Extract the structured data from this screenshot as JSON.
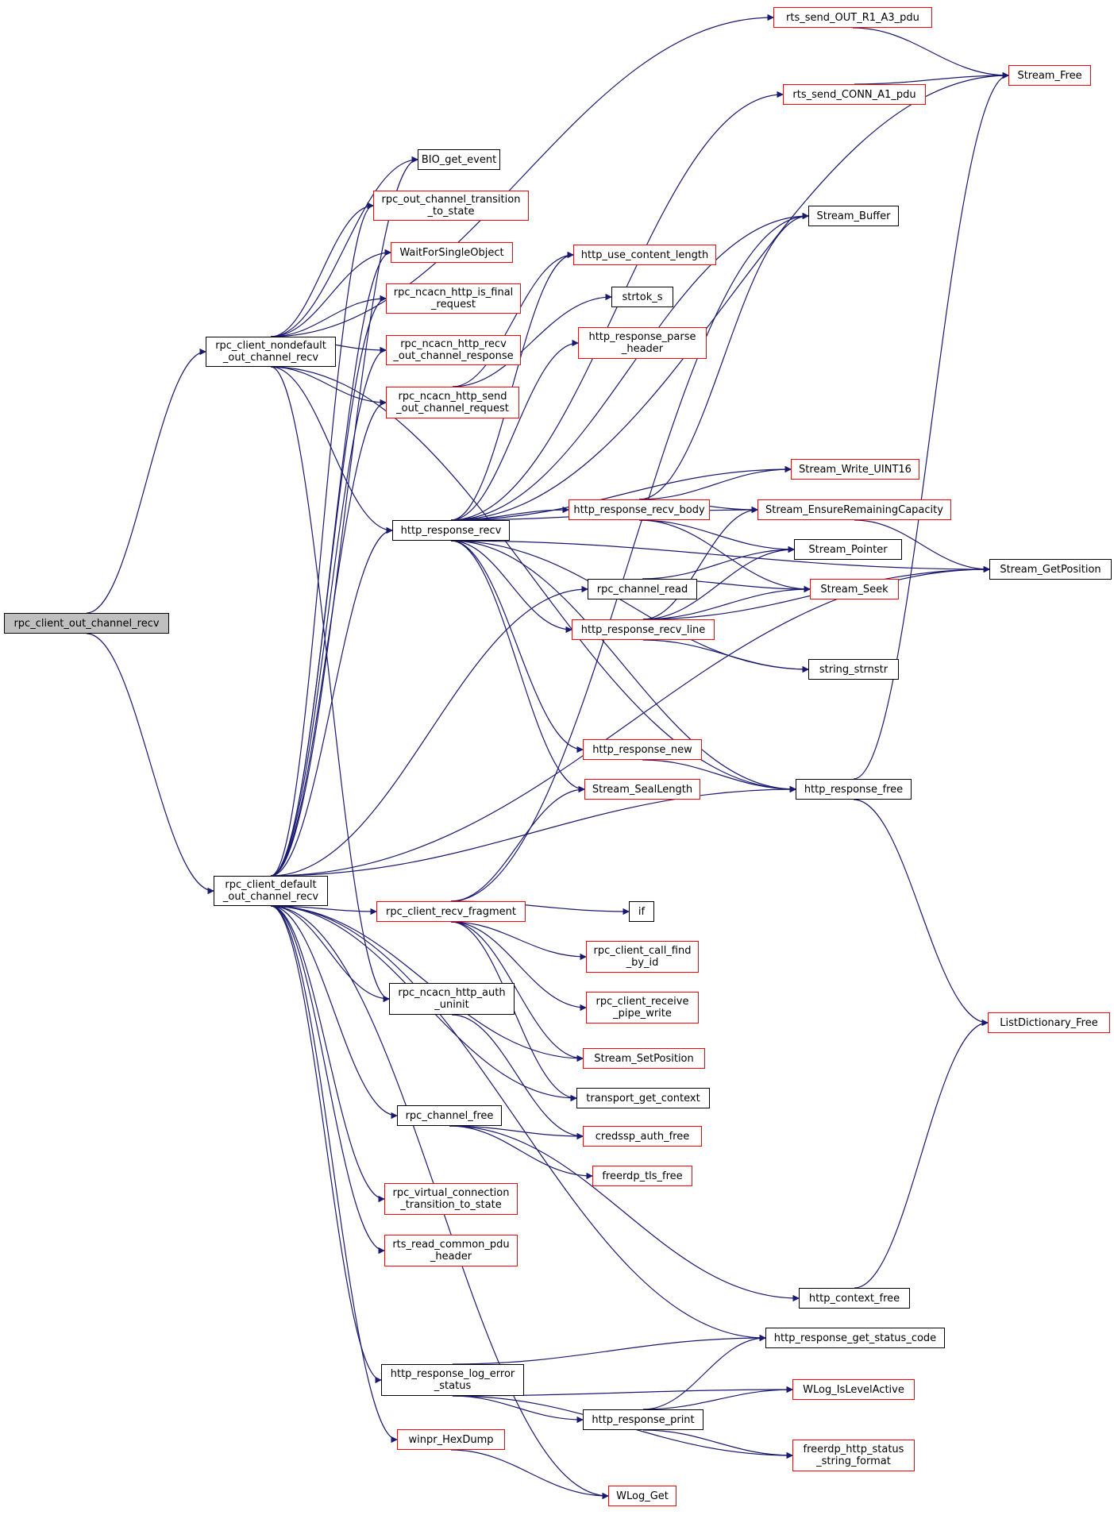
{
  "graph": {
    "edge_color": "#191970",
    "nodes": [
      {
        "id": "root",
        "label": "rpc_client_out_channel_recv",
        "border": "black",
        "root": true
      },
      {
        "id": "nondefault",
        "label": "rpc_client_nondefault\n_out_channel_recv",
        "border": "black"
      },
      {
        "id": "default",
        "label": "rpc_client_default\n_out_channel_recv",
        "border": "black"
      },
      {
        "id": "rts_out_r1",
        "label": "rts_send_OUT_R1_A3_pdu",
        "border": "red"
      },
      {
        "id": "stream_free",
        "label": "Stream_Free",
        "border": "red"
      },
      {
        "id": "rts_conn_a1",
        "label": "rts_send_CONN_A1_pdu",
        "border": "red"
      },
      {
        "id": "bio_get_event",
        "label": "BIO_get_event",
        "border": "black"
      },
      {
        "id": "rpc_out_trans",
        "label": "rpc_out_channel_transition\n_to_state",
        "border": "red"
      },
      {
        "id": "wait_single",
        "label": "WaitForSingleObject",
        "border": "red"
      },
      {
        "id": "is_final",
        "label": "rpc_ncacn_http_is_final\n_request",
        "border": "red"
      },
      {
        "id": "recv_out_resp",
        "label": "rpc_ncacn_http_recv\n_out_channel_response",
        "border": "red"
      },
      {
        "id": "send_out_req",
        "label": "rpc_ncacn_http_send\n_out_channel_request",
        "border": "red"
      },
      {
        "id": "stream_buffer",
        "label": "Stream_Buffer",
        "border": "black"
      },
      {
        "id": "http_use_cl",
        "label": "http_use_content_length",
        "border": "red"
      },
      {
        "id": "strtok",
        "label": "strtok_s",
        "border": "black"
      },
      {
        "id": "parse_header",
        "label": "http_response_parse\n_header",
        "border": "red"
      },
      {
        "id": "write_uint16",
        "label": "Stream_Write_UINT16",
        "border": "red"
      },
      {
        "id": "recv_body",
        "label": "http_response_recv_body",
        "border": "red"
      },
      {
        "id": "ensure_cap",
        "label": "Stream_EnsureRemainingCapacity",
        "border": "red"
      },
      {
        "id": "http_recv",
        "label": "http_response_recv",
        "border": "black"
      },
      {
        "id": "stream_pointer",
        "label": "Stream_Pointer",
        "border": "black"
      },
      {
        "id": "get_position",
        "label": "Stream_GetPosition",
        "border": "black"
      },
      {
        "id": "chan_read",
        "label": "rpc_channel_read",
        "border": "black"
      },
      {
        "id": "stream_seek",
        "label": "Stream_Seek",
        "border": "red"
      },
      {
        "id": "recv_line",
        "label": "http_response_recv_line",
        "border": "red"
      },
      {
        "id": "strnstr",
        "label": "string_strnstr",
        "border": "black"
      },
      {
        "id": "resp_new",
        "label": "http_response_new",
        "border": "red"
      },
      {
        "id": "seal_length",
        "label": "Stream_SealLength",
        "border": "red"
      },
      {
        "id": "resp_free",
        "label": "http_response_free",
        "border": "black"
      },
      {
        "id": "recv_fragment",
        "label": "rpc_client_recv_fragment",
        "border": "red"
      },
      {
        "id": "if_node",
        "label": "if",
        "border": "black"
      },
      {
        "id": "call_find",
        "label": "rpc_client_call_find\n_by_id",
        "border": "red"
      },
      {
        "id": "auth_uninit",
        "label": "rpc_ncacn_http_auth\n_uninit",
        "border": "black"
      },
      {
        "id": "pipe_write",
        "label": "rpc_client_receive\n_pipe_write",
        "border": "red"
      },
      {
        "id": "list_free",
        "label": "ListDictionary_Free",
        "border": "red"
      },
      {
        "id": "set_position",
        "label": "Stream_SetPosition",
        "border": "red"
      },
      {
        "id": "transport_ctx",
        "label": "transport_get_context",
        "border": "black"
      },
      {
        "id": "chan_free",
        "label": "rpc_channel_free",
        "border": "black"
      },
      {
        "id": "credssp_free",
        "label": "credssp_auth_free",
        "border": "red"
      },
      {
        "id": "tls_free",
        "label": "freerdp_tls_free",
        "border": "red"
      },
      {
        "id": "virt_conn",
        "label": "rpc_virtual_connection\n_transition_to_state",
        "border": "red"
      },
      {
        "id": "rts_read_hdr",
        "label": "rts_read_common_pdu\n_header",
        "border": "red"
      },
      {
        "id": "ctx_free",
        "label": "http_context_free",
        "border": "black"
      },
      {
        "id": "status_code",
        "label": "http_response_get_status_code",
        "border": "black"
      },
      {
        "id": "log_err",
        "label": "http_response_log_error\n_status",
        "border": "black"
      },
      {
        "id": "level_active",
        "label": "WLog_IsLevelActive",
        "border": "red"
      },
      {
        "id": "resp_print",
        "label": "http_response_print",
        "border": "black"
      },
      {
        "id": "status_fmt",
        "label": "freerdp_http_status\n_string_format",
        "border": "red"
      },
      {
        "id": "hexdump",
        "label": "winpr_HexDump",
        "border": "red"
      },
      {
        "id": "wlog_get",
        "label": "WLog_Get",
        "border": "red"
      }
    ],
    "edges": [
      [
        "root",
        "nondefault"
      ],
      [
        "root",
        "default"
      ],
      [
        "nondefault",
        "rts_out_r1"
      ],
      [
        "nondefault",
        "bio_get_event"
      ],
      [
        "nondefault",
        "rpc_out_trans"
      ],
      [
        "nondefault",
        "wait_single"
      ],
      [
        "nondefault",
        "is_final"
      ],
      [
        "nondefault",
        "recv_out_resp"
      ],
      [
        "nondefault",
        "send_out_req"
      ],
      [
        "nondefault",
        "http_recv"
      ],
      [
        "nondefault",
        "resp_free"
      ],
      [
        "nondefault",
        "auth_uninit"
      ],
      [
        "rts_out_r1",
        "stream_free"
      ],
      [
        "rts_conn_a1",
        "stream_free"
      ],
      [
        "send_out_req",
        "http_use_cl"
      ],
      [
        "send_out_req",
        "strtok"
      ],
      [
        "http_recv",
        "stream_free"
      ],
      [
        "http_recv",
        "rts_conn_a1"
      ],
      [
        "http_recv",
        "stream_buffer"
      ],
      [
        "http_recv",
        "http_use_cl"
      ],
      [
        "http_recv",
        "parse_header"
      ],
      [
        "http_recv",
        "get_position"
      ],
      [
        "http_recv",
        "write_uint16"
      ],
      [
        "http_recv",
        "recv_body"
      ],
      [
        "http_recv",
        "ensure_cap"
      ],
      [
        "http_recv",
        "recv_line"
      ],
      [
        "http_recv",
        "strnstr"
      ],
      [
        "http_recv",
        "resp_new"
      ],
      [
        "http_recv",
        "seal_length"
      ],
      [
        "http_recv",
        "resp_free"
      ],
      [
        "recv_body",
        "stream_buffer"
      ],
      [
        "recv_body",
        "write_uint16"
      ],
      [
        "recv_body",
        "ensure_cap"
      ],
      [
        "recv_body",
        "stream_pointer"
      ],
      [
        "recv_body",
        "stream_seek"
      ],
      [
        "ensure_cap",
        "get_position"
      ],
      [
        "chan_read",
        "stream_pointer"
      ],
      [
        "chan_read",
        "stream_seek"
      ],
      [
        "recv_line",
        "ensure_cap"
      ],
      [
        "recv_line",
        "stream_pointer"
      ],
      [
        "recv_line",
        "stream_seek"
      ],
      [
        "recv_line",
        "get_position"
      ],
      [
        "recv_line",
        "strnstr"
      ],
      [
        "resp_new",
        "resp_free"
      ],
      [
        "resp_free",
        "stream_free"
      ],
      [
        "resp_free",
        "list_free"
      ],
      [
        "default",
        "bio_get_event"
      ],
      [
        "default",
        "rpc_out_trans"
      ],
      [
        "default",
        "wait_single"
      ],
      [
        "default",
        "is_final"
      ],
      [
        "default",
        "recv_out_resp"
      ],
      [
        "default",
        "send_out_req"
      ],
      [
        "default",
        "http_recv"
      ],
      [
        "default",
        "chan_read"
      ],
      [
        "default",
        "recv_fragment"
      ],
      [
        "default",
        "auth_uninit"
      ],
      [
        "default",
        "set_position"
      ],
      [
        "default",
        "transport_ctx"
      ],
      [
        "default",
        "chan_free"
      ],
      [
        "default",
        "virt_conn"
      ],
      [
        "default",
        "rts_read_hdr"
      ],
      [
        "default",
        "get_position"
      ],
      [
        "default",
        "status_code"
      ],
      [
        "default",
        "log_err"
      ],
      [
        "default",
        "hexdump"
      ],
      [
        "default",
        "wlog_get"
      ],
      [
        "default",
        "resp_free"
      ],
      [
        "recv_fragment",
        "stream_buffer"
      ],
      [
        "recv_fragment",
        "seal_length"
      ],
      [
        "recv_fragment",
        "if_node"
      ],
      [
        "recv_fragment",
        "call_find"
      ],
      [
        "recv_fragment",
        "pipe_write"
      ],
      [
        "recv_fragment",
        "set_position"
      ],
      [
        "recv_fragment",
        "transport_ctx"
      ],
      [
        "auth_uninit",
        "credssp_free"
      ],
      [
        "chan_free",
        "credssp_free"
      ],
      [
        "chan_free",
        "tls_free"
      ],
      [
        "chan_free",
        "ctx_free"
      ],
      [
        "ctx_free",
        "list_free"
      ],
      [
        "log_err",
        "status_code"
      ],
      [
        "log_err",
        "level_active"
      ],
      [
        "log_err",
        "resp_print"
      ],
      [
        "log_err",
        "status_fmt"
      ],
      [
        "resp_print",
        "status_code"
      ],
      [
        "resp_print",
        "level_active"
      ],
      [
        "resp_print",
        "status_fmt"
      ],
      [
        "hexdump",
        "wlog_get"
      ]
    ]
  }
}
